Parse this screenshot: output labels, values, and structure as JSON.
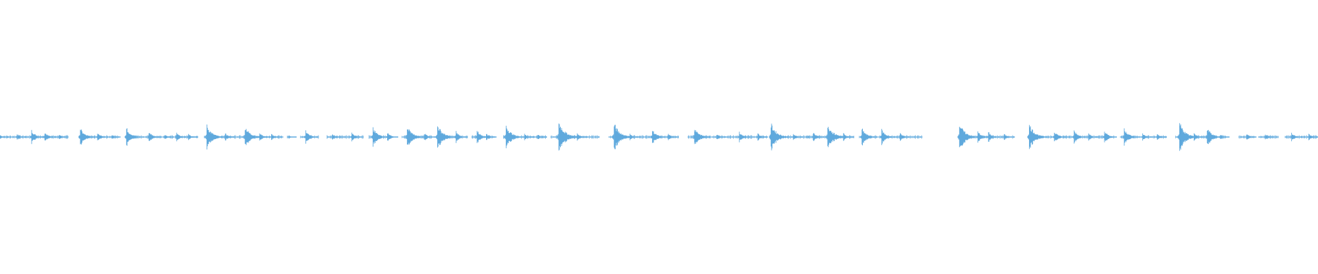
{
  "waveform": {
    "color": "#5fa9dd",
    "segments": [
      {
        "start": 0.0,
        "end": 0.052,
        "bursts": [
          {
            "t": 0.0,
            "a": 0.06
          },
          {
            "t": 0.013,
            "a": 0.1
          },
          {
            "t": 0.024,
            "a": 0.22
          },
          {
            "t": 0.034,
            "a": 0.16
          },
          {
            "t": 0.045,
            "a": 0.08
          }
        ]
      },
      {
        "start": 0.06,
        "end": 0.09,
        "bursts": [
          {
            "t": 0.061,
            "a": 0.3
          },
          {
            "t": 0.074,
            "a": 0.14
          },
          {
            "t": 0.085,
            "a": 0.07
          }
        ]
      },
      {
        "start": 0.095,
        "end": 0.15,
        "bursts": [
          {
            "t": 0.096,
            "a": 0.3
          },
          {
            "t": 0.113,
            "a": 0.18
          },
          {
            "t": 0.125,
            "a": 0.08
          },
          {
            "t": 0.134,
            "a": 0.14
          },
          {
            "t": 0.143,
            "a": 0.1
          }
        ]
      },
      {
        "start": 0.155,
        "end": 0.215,
        "bursts": [
          {
            "t": 0.157,
            "a": 0.38
          },
          {
            "t": 0.171,
            "a": 0.12
          },
          {
            "t": 0.186,
            "a": 0.36
          },
          {
            "t": 0.197,
            "a": 0.14
          },
          {
            "t": 0.206,
            "a": 0.1
          }
        ]
      },
      {
        "start": 0.218,
        "end": 0.22,
        "bursts": [
          {
            "t": 0.219,
            "a": 0.05
          }
        ]
      },
      {
        "start": 0.228,
        "end": 0.242,
        "bursts": [
          {
            "t": 0.232,
            "a": 0.22
          }
        ]
      },
      {
        "start": 0.248,
        "end": 0.262,
        "bursts": [
          {
            "t": 0.252,
            "a": 0.1
          }
        ]
      },
      {
        "start": 0.262,
        "end": 0.276,
        "bursts": [
          {
            "t": 0.267,
            "a": 0.14
          }
        ]
      },
      {
        "start": 0.28,
        "end": 0.298,
        "bursts": [
          {
            "t": 0.283,
            "a": 0.3
          },
          {
            "t": 0.294,
            "a": 0.14
          }
        ]
      },
      {
        "start": 0.305,
        "end": 0.328,
        "bursts": [
          {
            "t": 0.309,
            "a": 0.36
          },
          {
            "t": 0.322,
            "a": 0.14
          }
        ]
      },
      {
        "start": 0.33,
        "end": 0.355,
        "bursts": [
          {
            "t": 0.332,
            "a": 0.4
          },
          {
            "t": 0.346,
            "a": 0.18
          }
        ]
      },
      {
        "start": 0.358,
        "end": 0.375,
        "bursts": [
          {
            "t": 0.362,
            "a": 0.22
          },
          {
            "t": 0.369,
            "a": 0.12
          }
        ]
      },
      {
        "start": 0.382,
        "end": 0.415,
        "bursts": [
          {
            "t": 0.384,
            "a": 0.38
          },
          {
            "t": 0.398,
            "a": 0.1
          },
          {
            "t": 0.408,
            "a": 0.08
          }
        ]
      },
      {
        "start": 0.418,
        "end": 0.455,
        "bursts": [
          {
            "t": 0.424,
            "a": 0.5
          },
          {
            "t": 0.438,
            "a": 0.12
          }
        ]
      },
      {
        "start": 0.462,
        "end": 0.515,
        "bursts": [
          {
            "t": 0.466,
            "a": 0.44
          },
          {
            "t": 0.478,
            "a": 0.1
          },
          {
            "t": 0.495,
            "a": 0.24
          },
          {
            "t": 0.507,
            "a": 0.1
          }
        ]
      },
      {
        "start": 0.522,
        "end": 0.582,
        "bursts": [
          {
            "t": 0.527,
            "a": 0.32
          },
          {
            "t": 0.544,
            "a": 0.1
          },
          {
            "t": 0.561,
            "a": 0.16
          },
          {
            "t": 0.575,
            "a": 0.12
          }
        ]
      },
      {
        "start": 0.584,
        "end": 0.615,
        "bursts": [
          {
            "t": 0.585,
            "a": 0.44
          },
          {
            "t": 0.602,
            "a": 0.1
          }
        ]
      },
      {
        "start": 0.612,
        "end": 0.648,
        "bursts": [
          {
            "t": 0.617,
            "a": 0.16
          },
          {
            "t": 0.628,
            "a": 0.42
          },
          {
            "t": 0.64,
            "a": 0.12
          }
        ]
      },
      {
        "start": 0.652,
        "end": 0.7,
        "bursts": [
          {
            "t": 0.654,
            "a": 0.28
          },
          {
            "t": 0.669,
            "a": 0.24
          },
          {
            "t": 0.683,
            "a": 0.12
          }
        ]
      },
      {
        "start": 0.727,
        "end": 0.77,
        "bursts": [
          {
            "t": 0.728,
            "a": 0.44
          },
          {
            "t": 0.742,
            "a": 0.18
          },
          {
            "t": 0.75,
            "a": 0.16
          },
          {
            "t": 0.762,
            "a": 0.1
          }
        ]
      },
      {
        "start": 0.78,
        "end": 0.845,
        "bursts": [
          {
            "t": 0.781,
            "a": 0.42
          },
          {
            "t": 0.8,
            "a": 0.2
          },
          {
            "t": 0.815,
            "a": 0.22
          },
          {
            "t": 0.826,
            "a": 0.12
          },
          {
            "t": 0.838,
            "a": 0.2
          }
        ]
      },
      {
        "start": 0.85,
        "end": 0.885,
        "bursts": [
          {
            "t": 0.853,
            "a": 0.28
          },
          {
            "t": 0.867,
            "a": 0.12
          },
          {
            "t": 0.878,
            "a": 0.1
          }
        ]
      },
      {
        "start": 0.892,
        "end": 0.93,
        "bursts": [
          {
            "t": 0.895,
            "a": 0.46
          },
          {
            "t": 0.906,
            "a": 0.12
          },
          {
            "t": 0.916,
            "a": 0.3
          },
          {
            "t": 0.926,
            "a": 0.08
          }
        ]
      },
      {
        "start": 0.94,
        "end": 0.952,
        "bursts": [
          {
            "t": 0.946,
            "a": 0.1
          }
        ]
      },
      {
        "start": 0.955,
        "end": 0.97,
        "bursts": [
          {
            "t": 0.96,
            "a": 0.1
          }
        ]
      },
      {
        "start": 0.975,
        "end": 1.0,
        "bursts": [
          {
            "t": 0.98,
            "a": 0.14
          },
          {
            "t": 0.993,
            "a": 0.1
          }
        ]
      }
    ]
  }
}
